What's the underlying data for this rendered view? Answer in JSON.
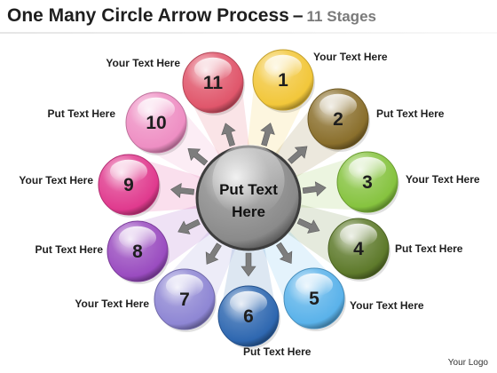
{
  "title": {
    "main": "One Many Circle Arrow Process",
    "separator": "–",
    "sub": "11 Stages"
  },
  "center": {
    "line1": "Put Text",
    "line2": "Here",
    "color": "#8a8a8a"
  },
  "stages": [
    {
      "number": "1",
      "label": "Your Text Here",
      "color": "#f2c73a"
    },
    {
      "number": "2",
      "label": "Put Text Here",
      "color": "#8a6f2c"
    },
    {
      "number": "3",
      "label": "Your Text Here",
      "color": "#86c33f"
    },
    {
      "number": "4",
      "label": "Put Text Here",
      "color": "#5e7a2b"
    },
    {
      "number": "5",
      "label": "Your Text Here",
      "color": "#5ab2ea"
    },
    {
      "number": "6",
      "label": "Put Text Here",
      "color": "#2e67b0"
    },
    {
      "number": "7",
      "label": "Your Text Here",
      "color": "#8e86d4"
    },
    {
      "number": "8",
      "label": "Put Text Here",
      "color": "#9a4cc0"
    },
    {
      "number": "9",
      "label": "Your Text Here",
      "color": "#e03a8e"
    },
    {
      "number": "10",
      "label": "Put Text Here",
      "color": "#ee8ec3"
    },
    {
      "number": "11",
      "label": "Your Text Here",
      "color": "#e0566b"
    }
  ],
  "logo": "Your Logo"
}
